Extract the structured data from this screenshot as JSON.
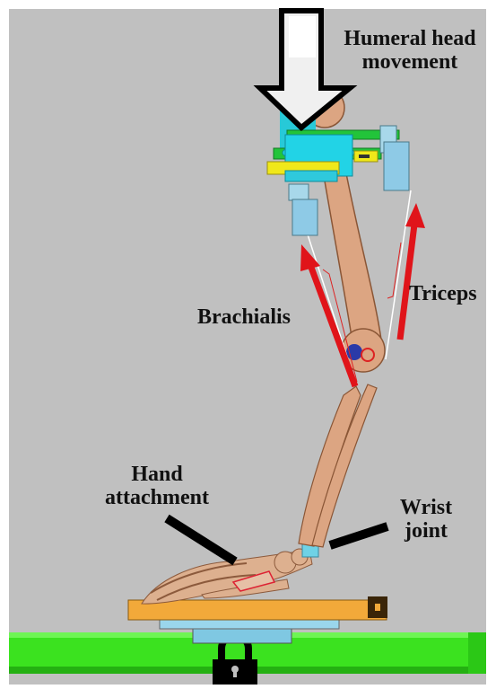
{
  "labels": {
    "humeral_head_line1": "Humeral head",
    "humeral_head_line2": "movement",
    "brachialis": "Brachialis",
    "triceps": "Triceps",
    "hand_line1": "Hand",
    "hand_line2": "attachment",
    "wrist_line1": "Wrist",
    "wrist_line2": "joint"
  },
  "colors": {
    "background": "#c0c0c0",
    "bone": "#d9a482",
    "muscle_arrow": "#e0141a",
    "platform_orange": "#f2a93a",
    "platform_blue": "#8fd0e8",
    "rail_green": "#34e31a",
    "bracket_blue": "#8ecae6",
    "collar_cyan": "#22d3e6",
    "collar_green": "#22c43a",
    "collar_yellow": "#f0e81a"
  },
  "icons": [
    "down-arrow-icon",
    "lock-icon"
  ]
}
